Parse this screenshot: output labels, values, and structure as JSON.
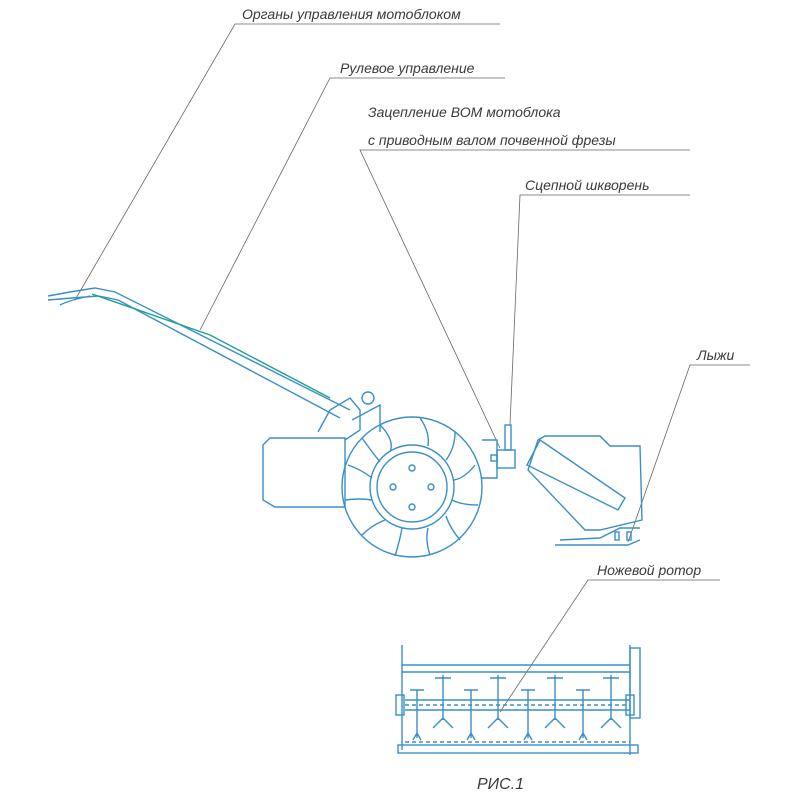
{
  "labels": {
    "controls": "Органы управления мотоблоком",
    "steering": "Рулевое управление",
    "pto_line1": "Зацепление ВОМ мотоблока",
    "pto_line2": "с приводным валом почвенной фрезы",
    "hitch_pin": "Сцепной шкворень",
    "skis": "Лыжи",
    "knife_rotor": "Ножевой ротор"
  },
  "caption": "РИС.1",
  "colors": {
    "drawing": "#3a8fc8",
    "leader": "#555555",
    "handle_accent": "#1f9e8f"
  }
}
